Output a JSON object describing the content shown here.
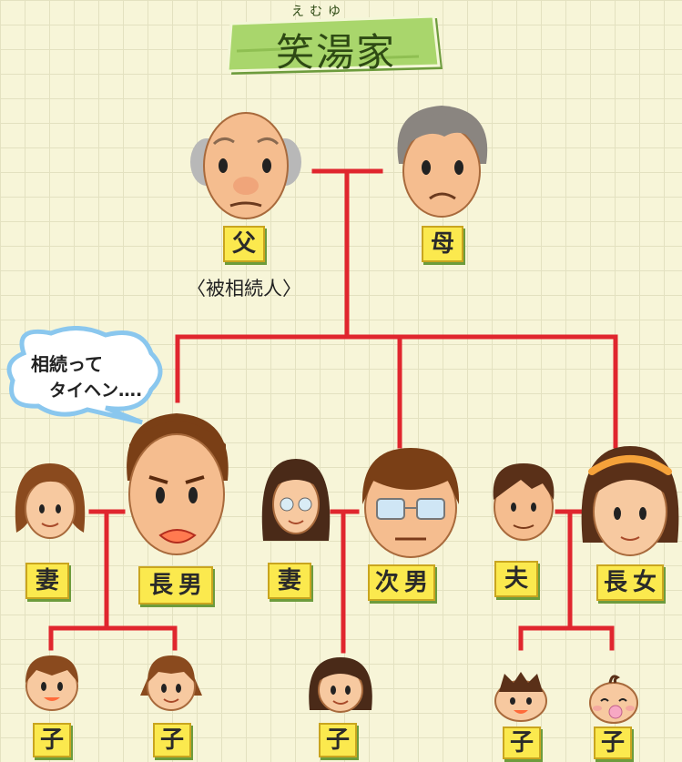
{
  "title": {
    "ruby": "えむゆ",
    "text": "笑湯家"
  },
  "decedent_note": "〈被相続人〉",
  "speech_bubble": {
    "line1": "相続って",
    "line2": "タイヘン…."
  },
  "labels": {
    "father": "父",
    "mother": "母",
    "eldest_son": "長男",
    "eldest_son_wife": "妻",
    "second_son": "次男",
    "second_son_wife": "妻",
    "eldest_daughter": "長女",
    "eldest_daughter_husband": "夫",
    "grandchild_1": "子",
    "grandchild_2": "子",
    "grandchild_3": "子",
    "grandchild_4": "子",
    "grandchild_5": "子"
  },
  "colors": {
    "line": "#e0262e",
    "label_bg": "#fbe94e",
    "banner": "#9fcf63",
    "background": "#f7f5d8"
  }
}
